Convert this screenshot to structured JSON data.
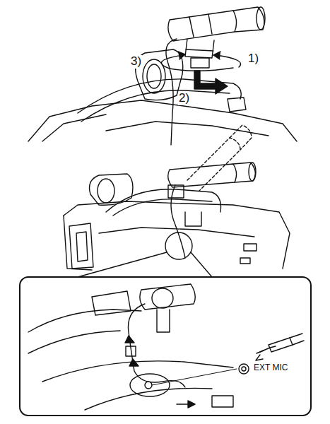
{
  "diagram": {
    "labels": [
      "3)",
      "1)",
      "2)",
      "EXT MIC"
    ]
  }
}
